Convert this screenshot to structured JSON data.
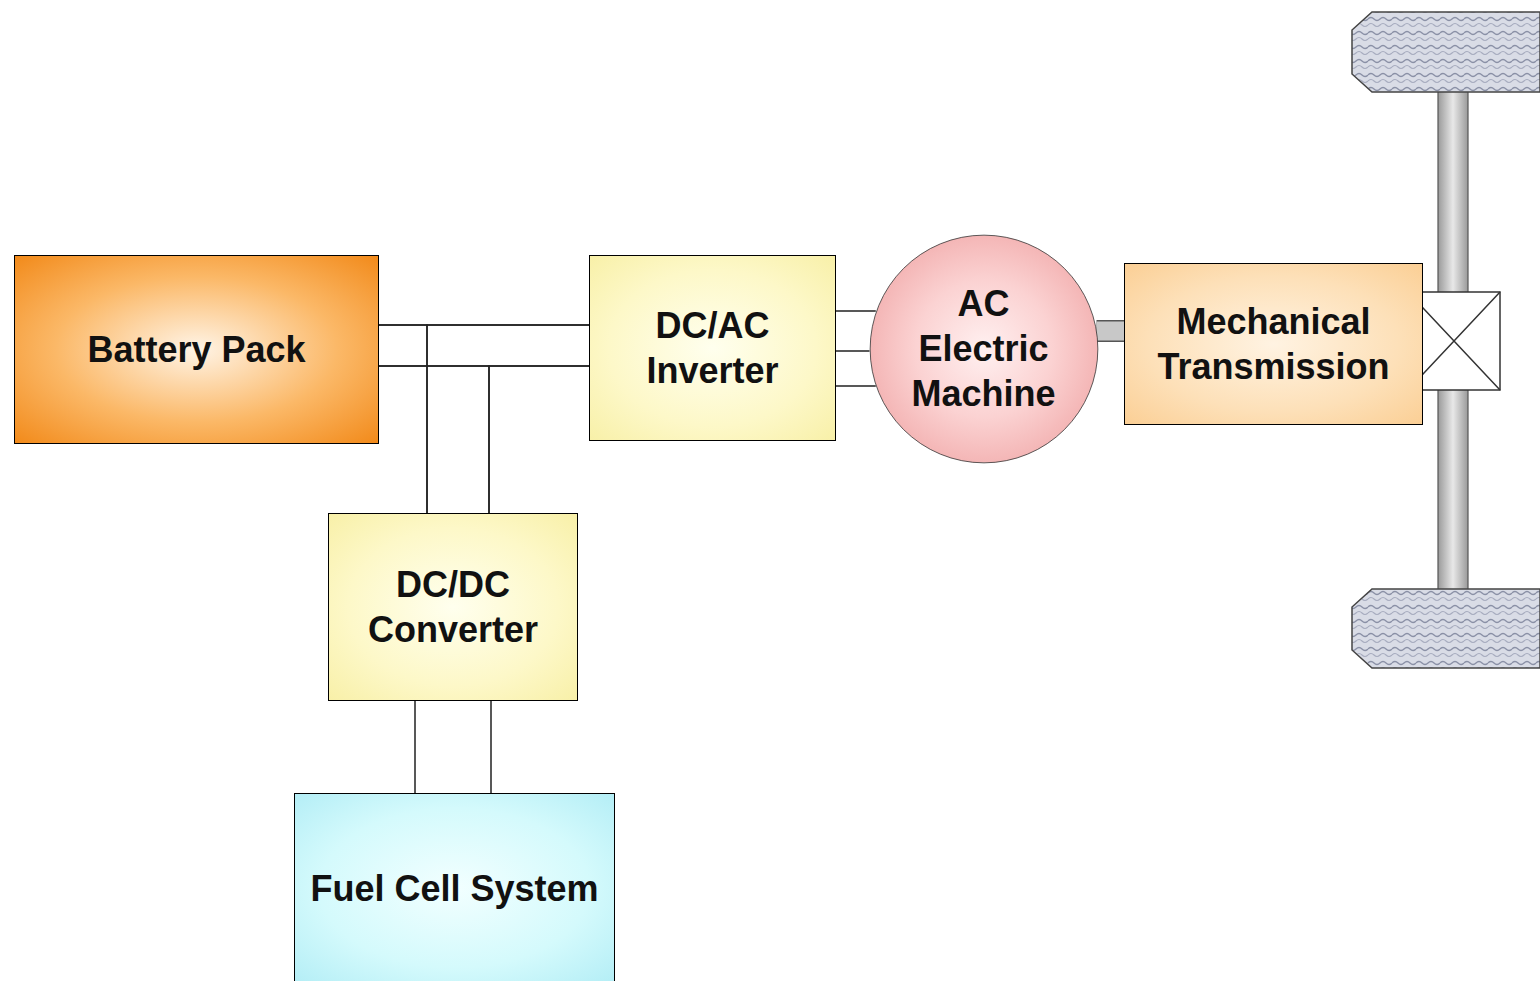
{
  "diagram": {
    "nodes": [
      {
        "text": [
          "Battery Pack"
        ]
      },
      {
        "text": [
          "DC/AC Inverter"
        ]
      },
      {
        "text": [
          "AC Electric Machine"
        ]
      },
      {
        "text": [
          "Mechanical Transmission"
        ]
      },
      {
        "text": [
          "DC/DC Converter"
        ]
      },
      {
        "text": [
          "Fuel Cell System"
        ]
      }
    ],
    "edges": [
      {
        "from": 0,
        "to": 1,
        "arrow": "none"
      },
      {
        "from": 1,
        "to": 2,
        "arrow": "none"
      },
      {
        "from": 2,
        "to": 3,
        "arrow": "none"
      },
      {
        "from": 4,
        "to": 0,
        "arrow": "none"
      },
      {
        "from": 4,
        "to": 1,
        "arrow": "none"
      },
      {
        "from": 5,
        "to": 4,
        "arrow": "none"
      }
    ]
  }
}
